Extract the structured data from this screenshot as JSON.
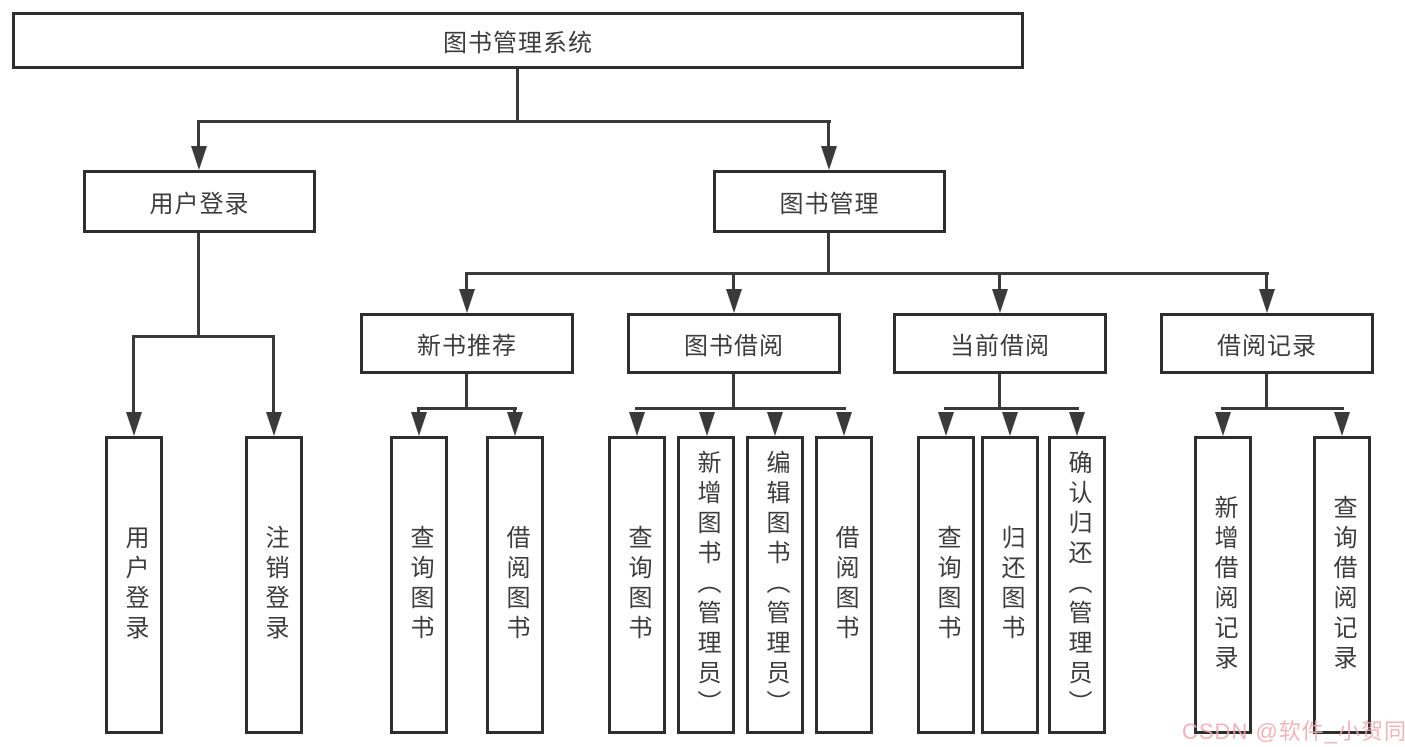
{
  "diagram": {
    "title": "图书管理系统",
    "branches": {
      "login": {
        "label": "用户登录",
        "children": [
          "用户登录",
          "注销登录"
        ]
      },
      "management": {
        "label": "图书管理",
        "groups": [
          {
            "label": "新书推荐",
            "children": [
              "查询图书",
              "借阅图书"
            ]
          },
          {
            "label": "图书借阅",
            "children": [
              "查询图书",
              "新增图书（管理员）",
              "编辑图书（管理员）",
              "借阅图书"
            ]
          },
          {
            "label": "当前借阅",
            "children": [
              "查询图书",
              "归还图书",
              "确认归还（管理员）"
            ]
          },
          {
            "label": "借阅记录",
            "children": [
              "新增借阅记录",
              "查询借阅记录"
            ]
          }
        ]
      }
    }
  },
  "watermark": {
    "text": "CSDN @软件_小贺同学"
  },
  "colors": {
    "line": "#3a3a3a",
    "box_border": "#2e2e2e",
    "text": "#3d3d3d",
    "watermark": "#f0a8b0",
    "background": "#ffffff"
  }
}
